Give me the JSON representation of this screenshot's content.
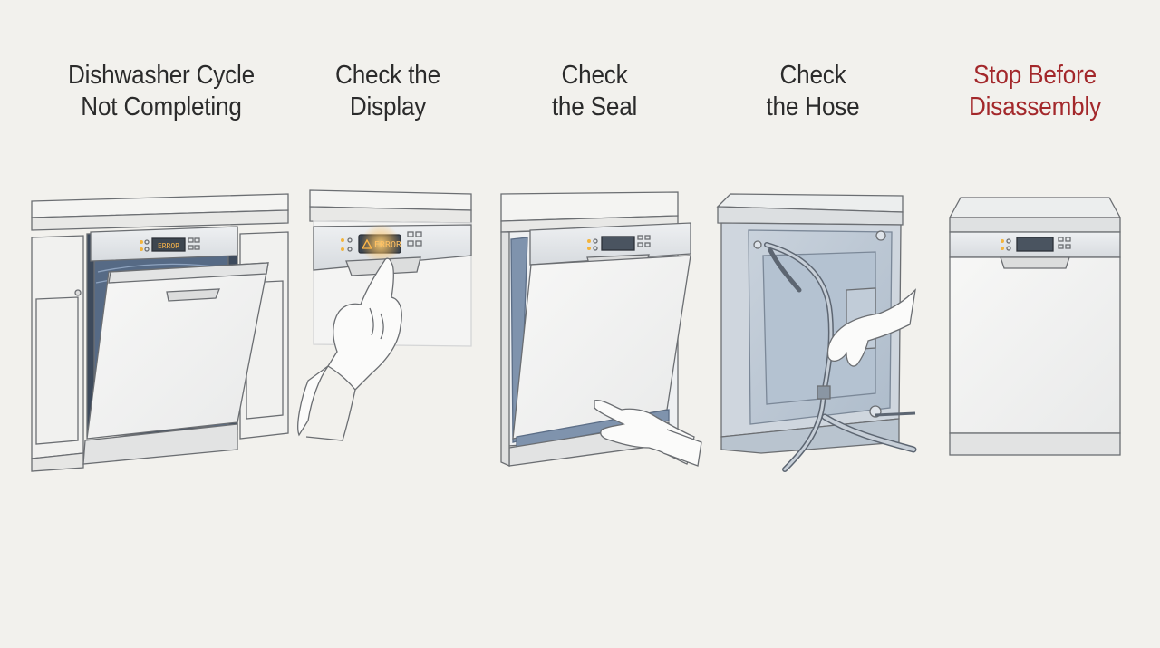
{
  "steps": [
    {
      "title_lines": [
        "Dishwasher Cycle",
        "Not Completing"
      ],
      "display_text": "ERROR",
      "display_icon": "warning-triangle-icon"
    },
    {
      "title_lines": [
        "Check the",
        "Display"
      ],
      "display_text": "ERROR",
      "display_icon": "warning-triangle-icon"
    },
    {
      "title_lines": [
        "Check",
        "the Seal"
      ]
    },
    {
      "title_lines": [
        "Check",
        "the Hose"
      ]
    },
    {
      "title_lines": [
        "Stop Before",
        "Disassembly"
      ]
    }
  ],
  "colors": {
    "background": "#f2f1ed",
    "title": "#2b2b2b",
    "warning_title": "#a3282b",
    "error_glow": "#e8a33a",
    "display_dark": "#3d4650",
    "steel": "#e6e8ea",
    "steel_shadow": "#c9ced3",
    "seal_blue": "#7f93ad",
    "outline": "#5a5d61"
  }
}
